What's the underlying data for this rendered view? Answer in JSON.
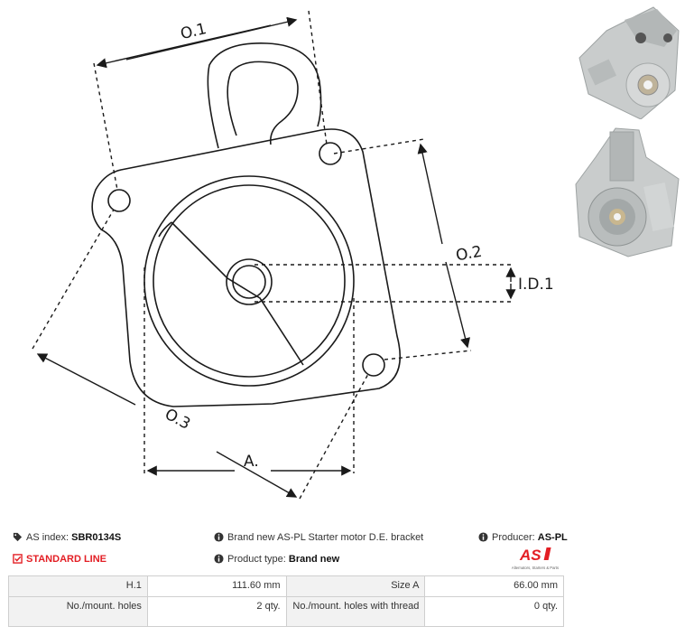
{
  "drawing": {
    "labels": {
      "o1": "O.1",
      "o2": "O.2",
      "o3": "O.3",
      "a": "A.",
      "id1": "I.D.1"
    }
  },
  "info": {
    "as_index_label": "AS index:",
    "as_index_value": "SBR0134S",
    "description": "Brand new AS-PL Starter motor D.E. bracket",
    "producer_label": "Producer:",
    "producer_value": "AS-PL",
    "line": "STANDARD LINE",
    "product_type_label": "Product type:",
    "product_type_value": "Brand new"
  },
  "logo": {
    "mark": "AS",
    "tagline": "Alternators, Starters & Parts"
  },
  "specs": {
    "rows": [
      {
        "label1": "H.1",
        "value1": "111.60 mm",
        "label2": "Size A",
        "value2": "66.00 mm"
      },
      {
        "label1": "No./mount. holes",
        "value1": "2 qty.",
        "label2": "No./mount. holes with thread",
        "value2": "0 qty."
      }
    ]
  },
  "colors": {
    "accent": "#e31e24",
    "line": "#1a1a1a",
    "cell_bg": "#f2f2f2",
    "border": "#cfcfcf"
  },
  "icons": [
    "tags-icon",
    "info-icon",
    "check-square-icon"
  ]
}
